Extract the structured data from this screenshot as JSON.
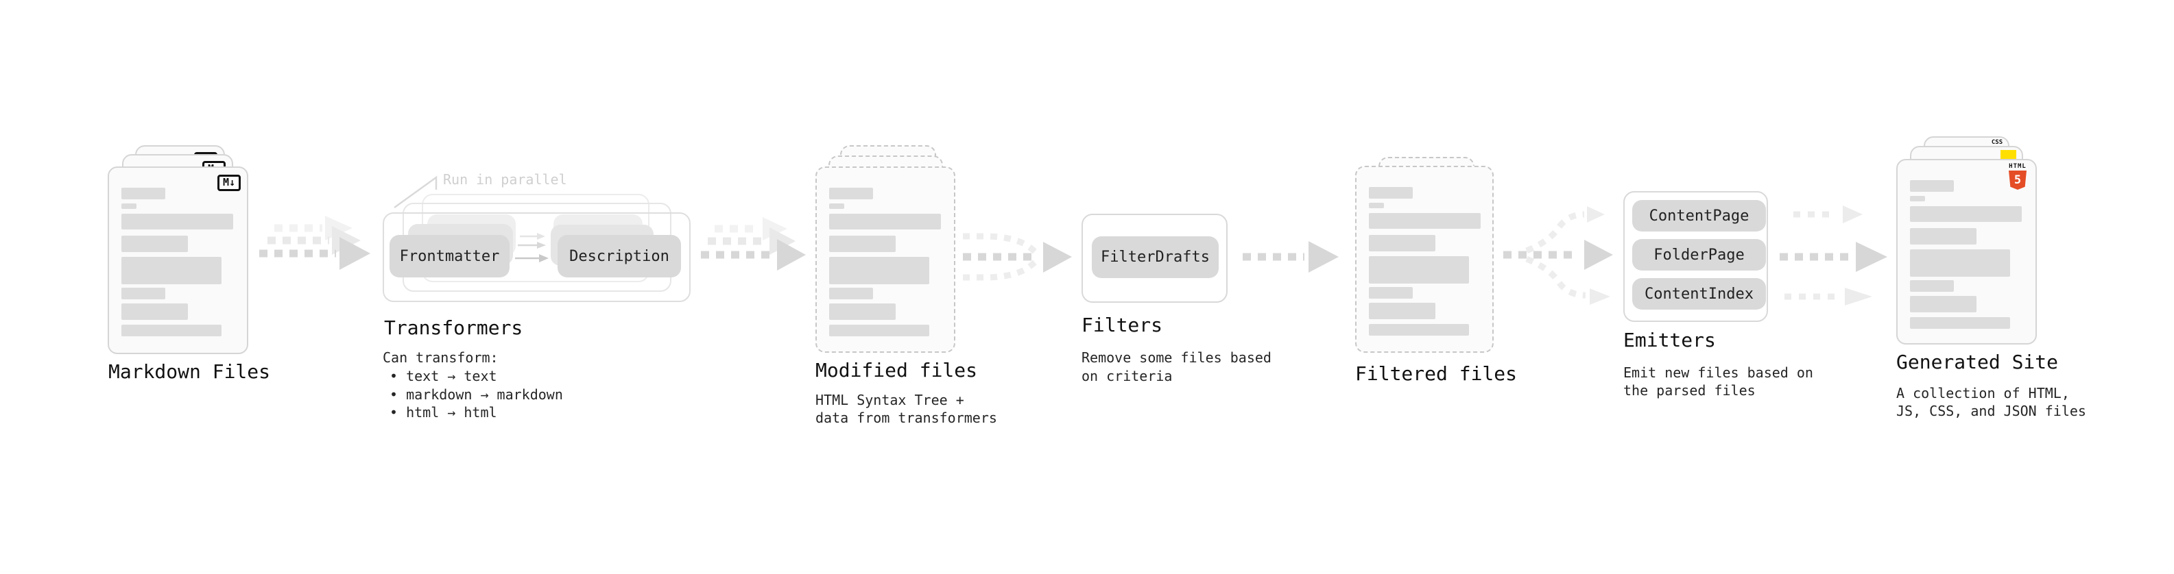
{
  "stages": {
    "markdown_files": {
      "label": "Markdown Files"
    },
    "transformers": {
      "title": "Transformers",
      "lead": "Can transform:",
      "bullets": [
        "• text → text",
        "• markdown → markdown",
        "• html → html"
      ],
      "callout": "Run in parallel",
      "node_a": "Frontmatter",
      "node_b": "Description"
    },
    "modified_files": {
      "label": "Modified files",
      "desc1": "HTML Syntax Tree +",
      "desc2": "data from transformers"
    },
    "filters": {
      "title": "Filters",
      "desc1": "Remove some files based",
      "desc2": "on criteria",
      "node": "FilterDrafts"
    },
    "filtered_files": {
      "label": "Filtered files"
    },
    "emitters": {
      "title": "Emitters",
      "desc1": "Emit new files based on",
      "desc2": "the parsed files",
      "nodes": [
        "ContentPage",
        "FolderPage",
        "ContentIndex"
      ]
    },
    "generated_site": {
      "label": "Generated Site",
      "desc1": "A collection of HTML,",
      "desc2": "JS, CSS, and JSON files"
    }
  },
  "badges": {
    "markdown": "M↓",
    "html_label": "HTML",
    "html_number": "5",
    "css_label": "CSS"
  },
  "colors": {
    "arrow": "#d7d7d7",
    "arrow_ghost": "#e9e9e9",
    "arrow_faint": "#ececec",
    "node_fill": "#d9d9d9",
    "accent_html5": "#e44d26",
    "accent_js": "#ffdf00",
    "accent_css": "#2965f1"
  }
}
